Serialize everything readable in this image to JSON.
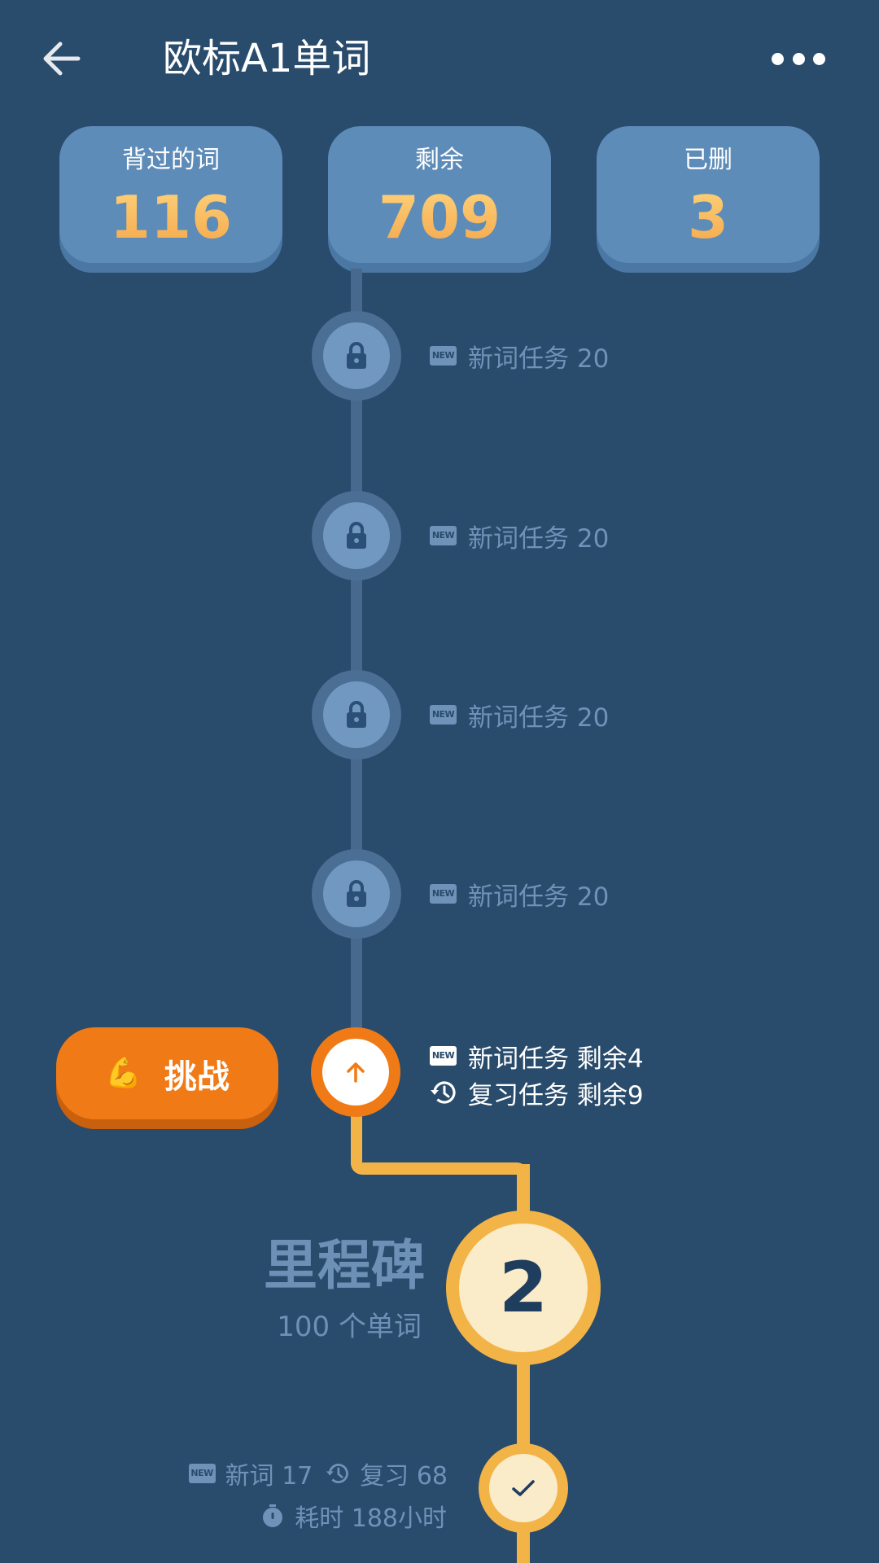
{
  "header": {
    "title": "欧标A1单词",
    "back_icon": "arrow-left-icon",
    "more_icon": "more-horizontal-icon"
  },
  "stats": [
    {
      "label": "背过的词",
      "value": "116"
    },
    {
      "label": "剩余",
      "value": "709"
    },
    {
      "label": "已删",
      "value": "3"
    }
  ],
  "locked_tasks": [
    {
      "badge": "NEW",
      "text": "新词任务 20",
      "icon": "lock-icon"
    },
    {
      "badge": "NEW",
      "text": "新词任务 20",
      "icon": "lock-icon"
    },
    {
      "badge": "NEW",
      "text": "新词任务 20",
      "icon": "lock-icon"
    },
    {
      "badge": "NEW",
      "text": "新词任务 20",
      "icon": "lock-icon"
    }
  ],
  "current": {
    "challenge_button": {
      "emoji": "💪",
      "label": "挑战"
    },
    "node_icon": "arrow-up-icon",
    "new_task": {
      "badge": "NEW",
      "text": "新词任务 剩余4"
    },
    "review_task": {
      "icon": "history-icon",
      "text": "复习任务 剩余9"
    }
  },
  "milestone": {
    "title": "里程碑",
    "subtitle": "100 个单词",
    "number": "2"
  },
  "completed": {
    "node_icon": "check-icon",
    "new_badge": "NEW",
    "new_words": "新词 17",
    "review": "复习 68",
    "time": "耗时 188小时"
  },
  "colors": {
    "background": "#294b6c",
    "card": "#5e8cb9",
    "accent_orange": "#f07a16",
    "path_yellow": "#f2b447",
    "milestone_fill": "#faebc9",
    "muted_text": "#6f93b8"
  }
}
